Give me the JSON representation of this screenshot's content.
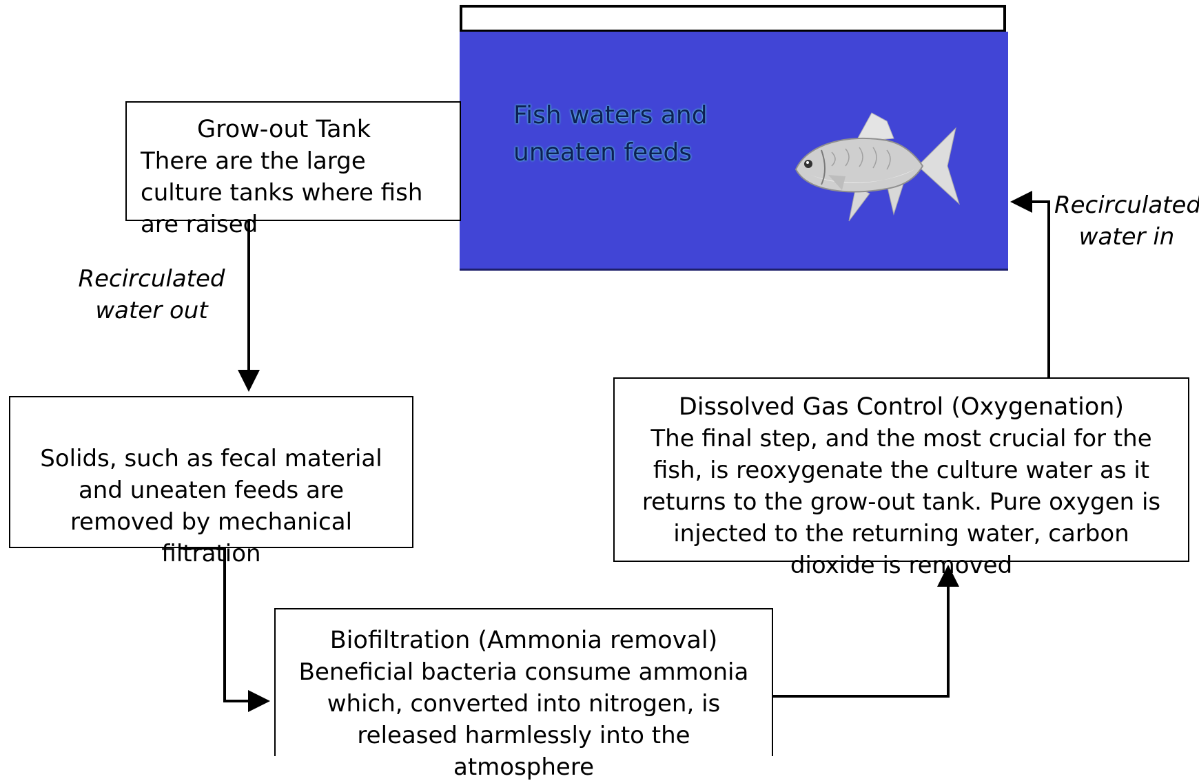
{
  "tank": {
    "label": "Fish  waters  and\nuneaten feeds",
    "icon": "fish-icon",
    "colors": {
      "water": "#4145d6",
      "text": "#0d1f55",
      "glow": "#5cc4d6"
    }
  },
  "boxes": {
    "grow_out": {
      "title": "Grow-out Tank",
      "body": "There are the large culture tanks where fish are raised"
    },
    "mechanical": {
      "body": "Solids, such as fecal material and uneaten feeds are removed by mechanical filtration"
    },
    "biofiltration": {
      "title": "Biofiltration (Ammonia removal)",
      "body": "Beneficial bacteria consume ammonia which, converted into nitrogen, is released harmlessly into the atmosphere"
    },
    "gas_control": {
      "title": "Dissolved Gas Control (Oxygenation)",
      "body": "The final step, and the most crucial for the fish, is reoxygenate the culture water as it returns to the grow-out tank. Pure oxygen is injected to the returning water, carbon dioxide is removed"
    }
  },
  "labels": {
    "water_out": "Recirculated\nwater out",
    "water_in": "Recirculated\nwater in"
  }
}
